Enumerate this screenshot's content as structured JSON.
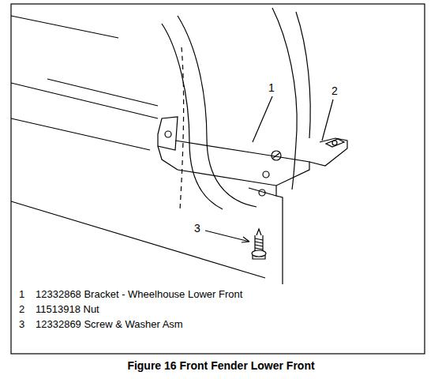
{
  "diagram": {
    "caption": "Figure 16 Front Fender Lower Front",
    "labels": [
      "1",
      "2",
      "3",
      "1",
      "12332868 Bracket - Wheelhouse Lower Front",
      "2",
      "11513918 Nut",
      "3",
      "12332869 Screw & Washer Asm"
    ]
  }
}
